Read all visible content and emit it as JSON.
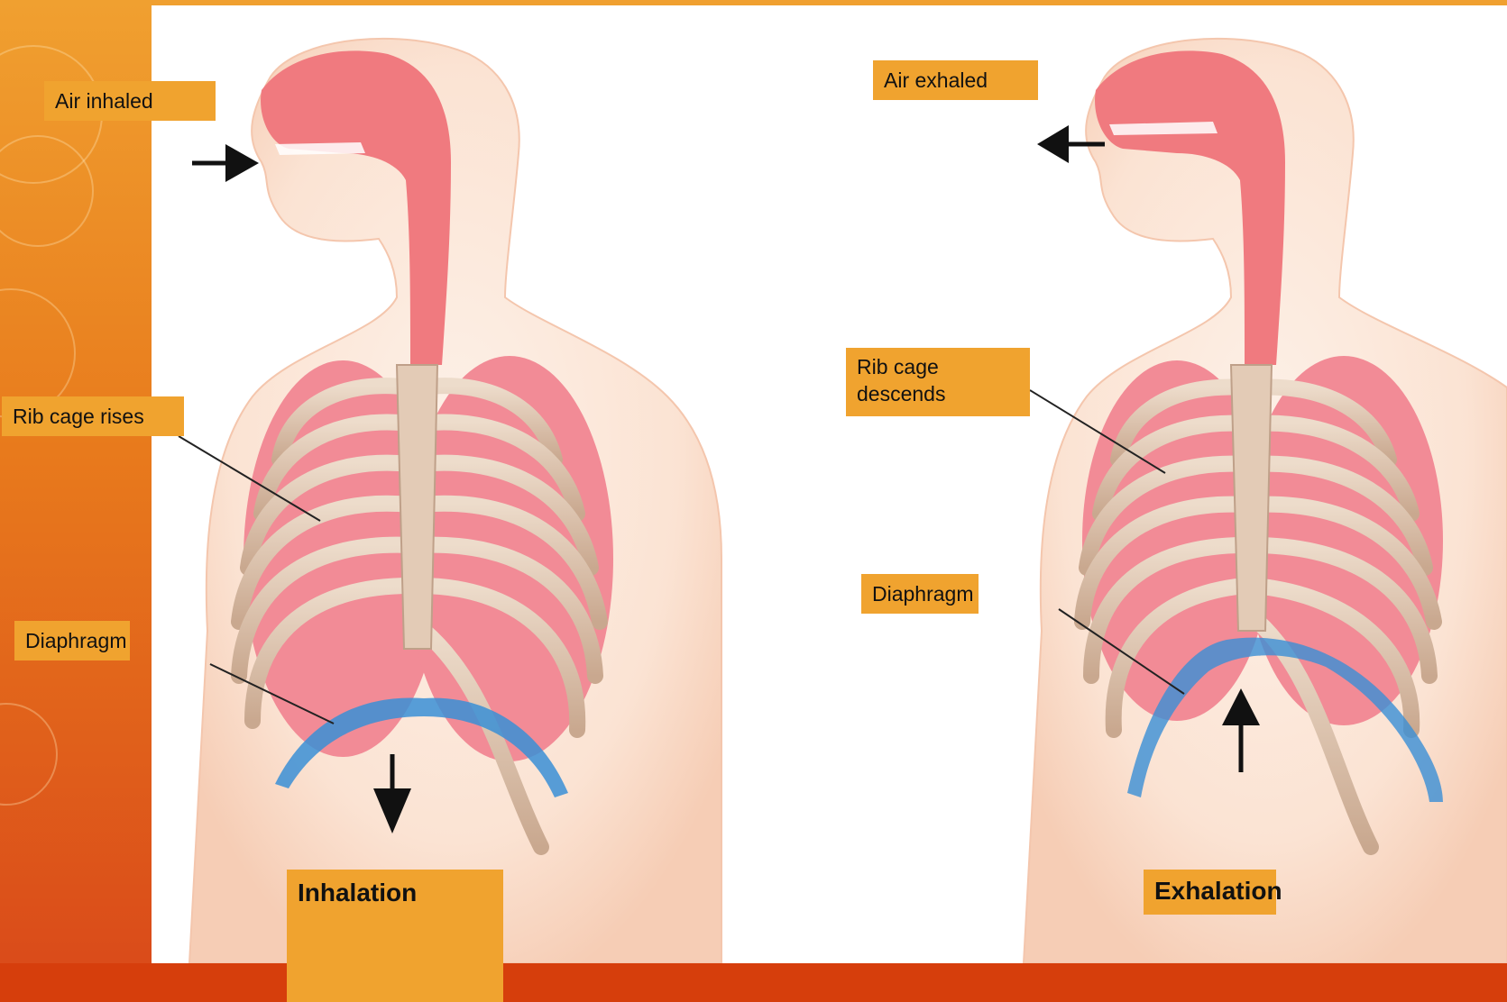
{
  "labels": {
    "air_inhaled": "Air inhaled",
    "rib_cage_rises": "Rib cage rises",
    "diaphragm_left": "Diaphragm",
    "air_exhaled": "Air exhaled",
    "rib_cage_descends": "Rib cage\ndescends",
    "diaphragm_right": "Diaphragm"
  },
  "titles": {
    "inhalation": "Inhalation",
    "exhalation": "Exhalation"
  },
  "colors": {
    "label_bg": "#f0a32f",
    "skin": "#fbe3d3",
    "airway": "#f07a7f",
    "lung": "#f28b96",
    "bone": "#d9bfaa",
    "diaphragm": "#3a8fd6",
    "background": "#e87a1c"
  }
}
